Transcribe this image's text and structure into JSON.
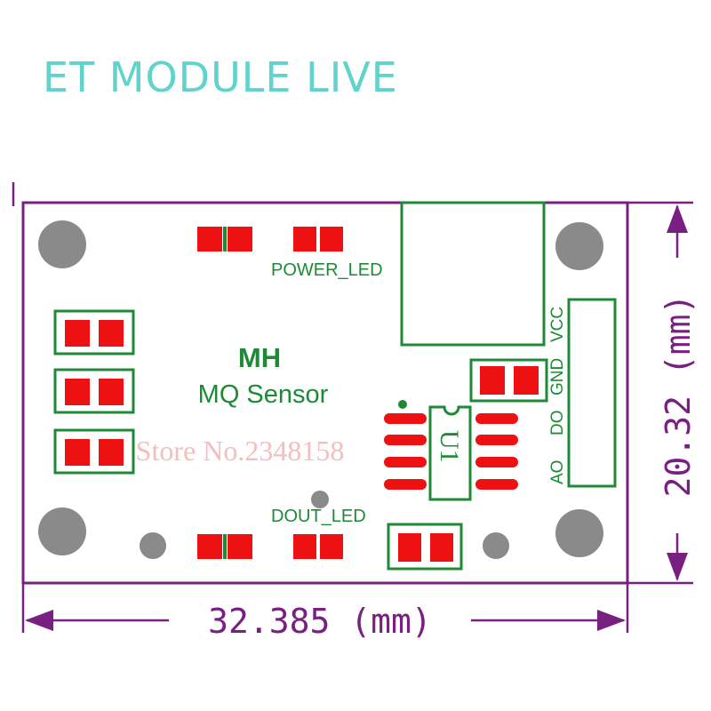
{
  "header": {
    "title": "ET MODULE LIVE"
  },
  "board": {
    "name_bold": "MH",
    "name_subtitle": "MQ Sensor",
    "power_led_label": "POWER_LED",
    "dout_led_label": "DOUT_LED",
    "ic_label": "U1",
    "pins": [
      "AO",
      "DO",
      "GND",
      "VCC"
    ],
    "watermark": "Store No.2348158"
  },
  "dimensions": {
    "width_label": "32.385 (mm)",
    "height_label": "20.32 (mm)"
  },
  "colors": {
    "outline": "#7a1f82",
    "silkscreen": "#1e8a36",
    "pads": "#ee1111",
    "holes": "#8a8a8a",
    "title": "#5fd3cc",
    "watermark": "#f3b3b3"
  }
}
